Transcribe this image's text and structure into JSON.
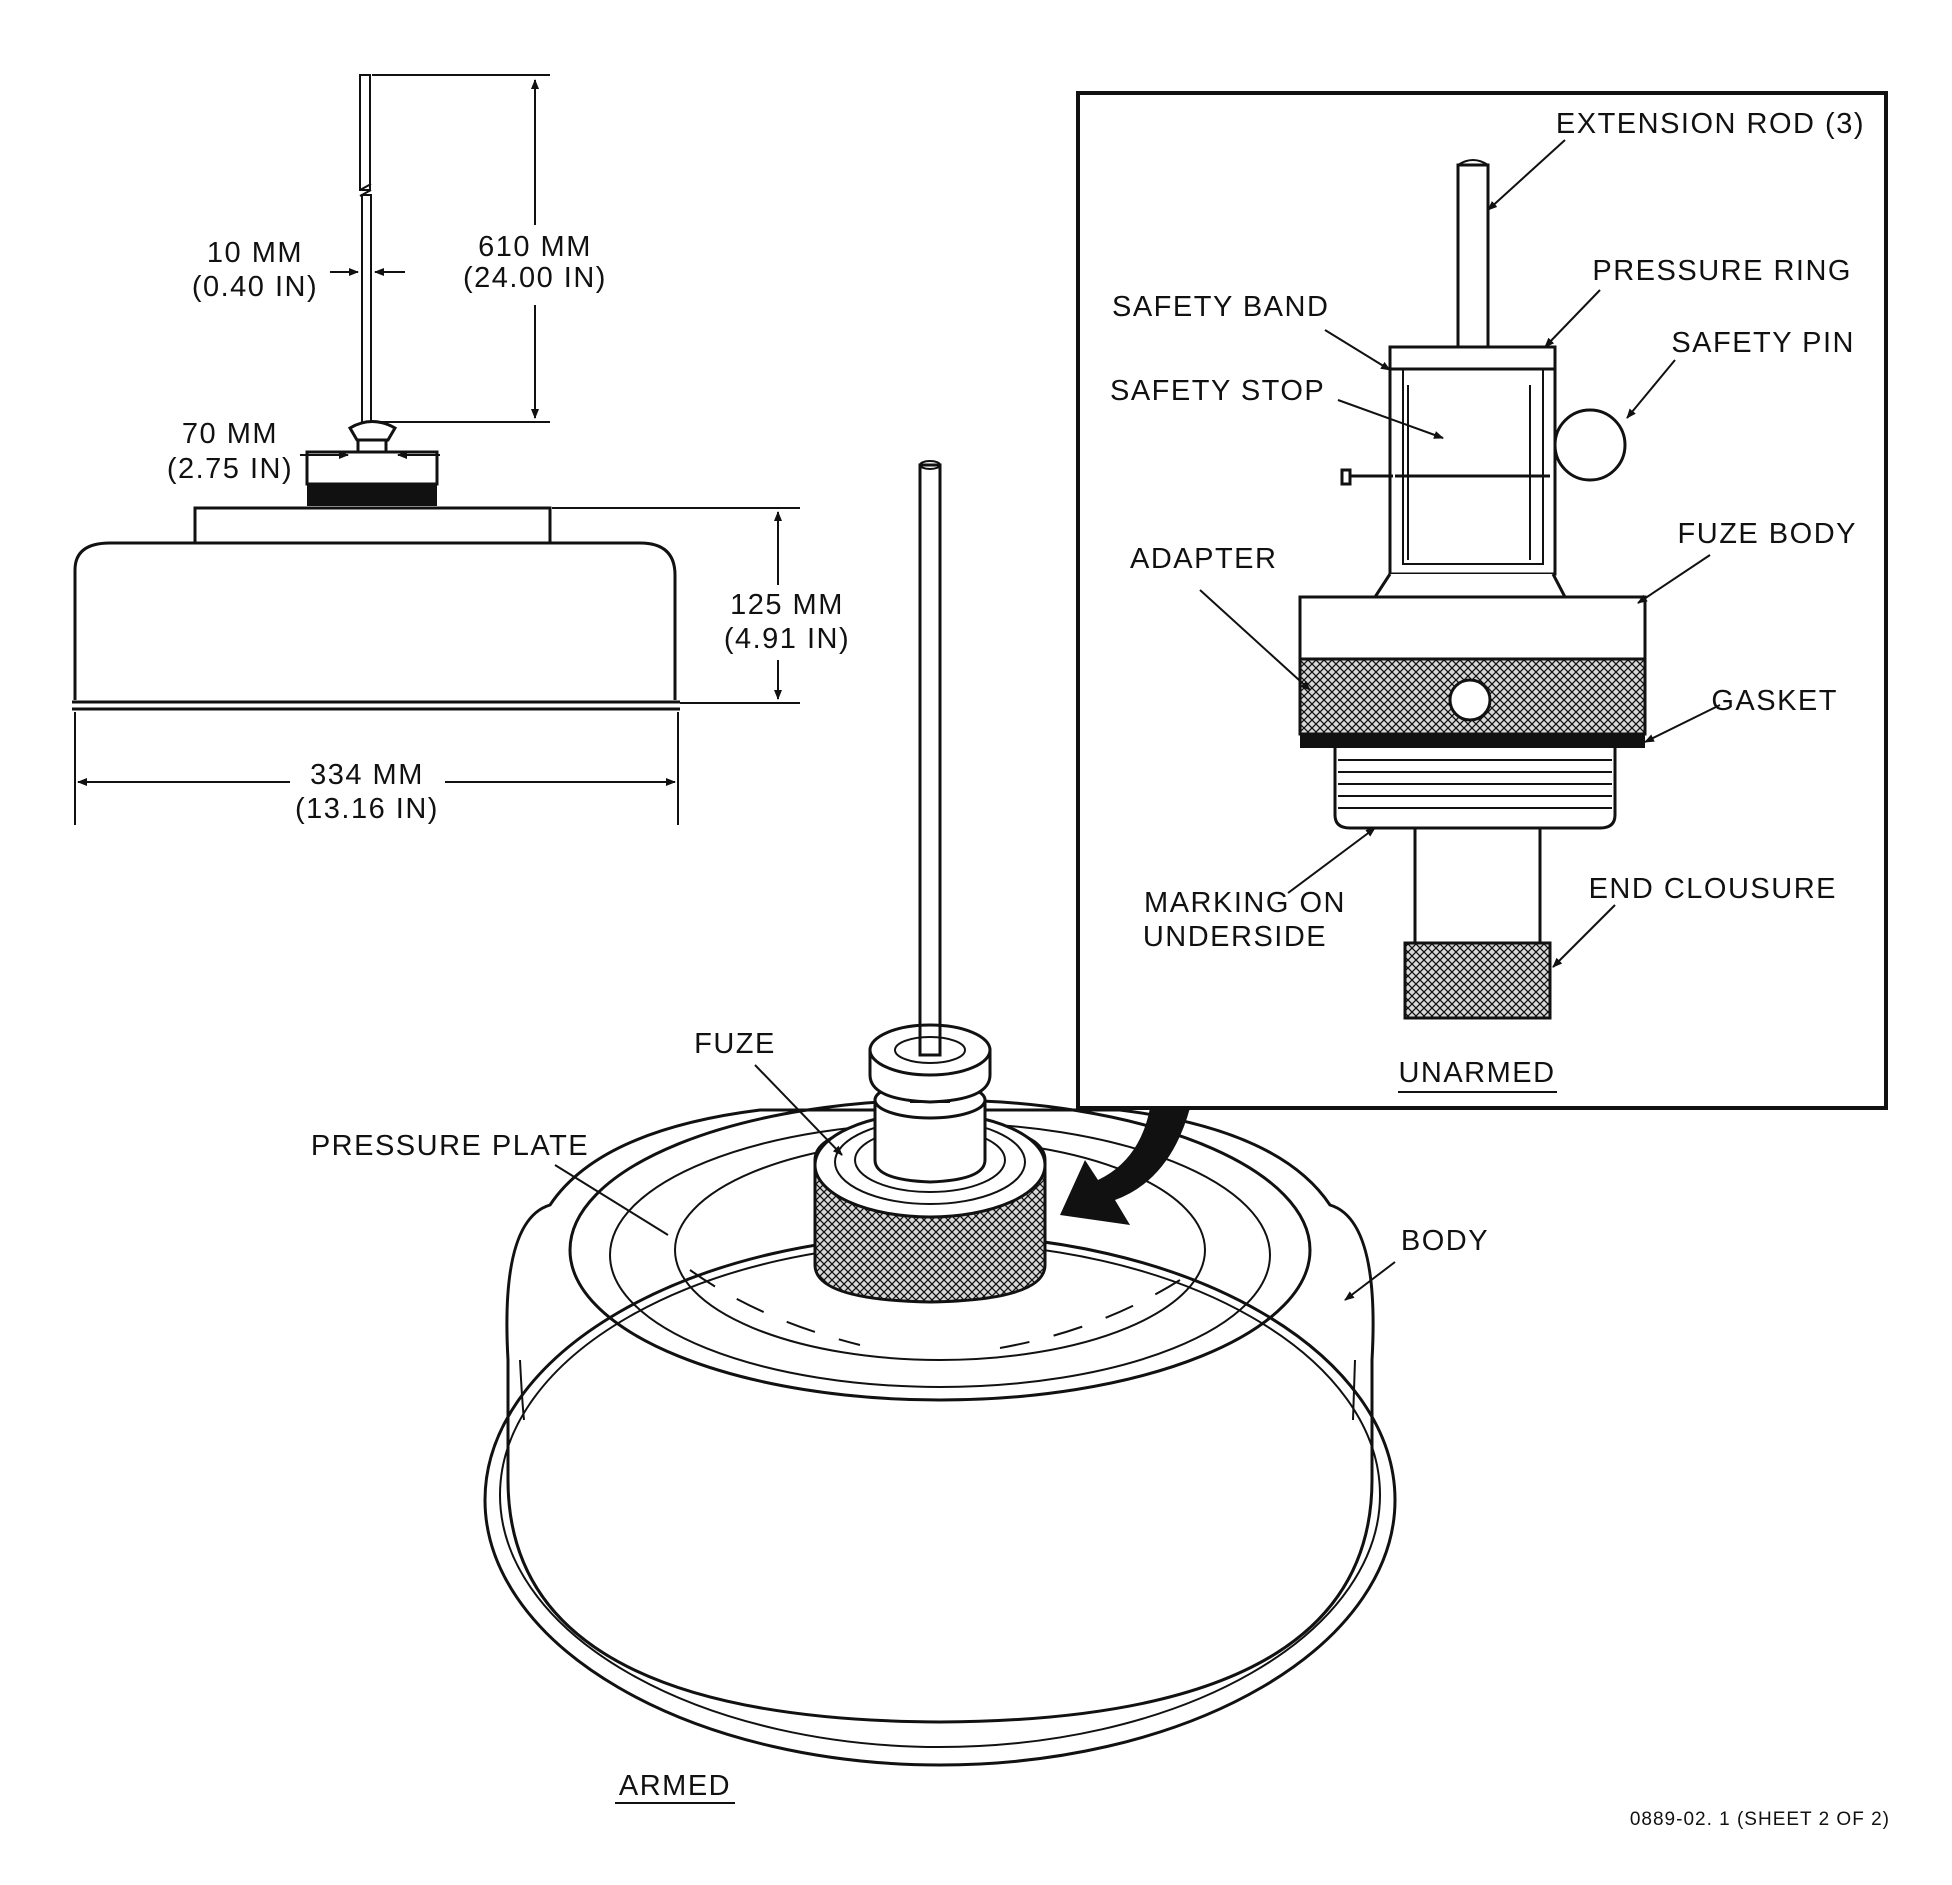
{
  "dimensions": {
    "rod_diameter": {
      "mm": "10 MM",
      "in": "(0.40 IN)"
    },
    "rod_length": {
      "mm": "610 MM",
      "in": "(24.00 IN)"
    },
    "fuze_diameter": {
      "mm": "70 MM",
      "in": "(2.75 IN)"
    },
    "mine_height": {
      "mm": "125 MM",
      "in": "(4.91 IN)"
    },
    "mine_diameter": {
      "mm": "334 MM",
      "in": "(13.16 IN)"
    }
  },
  "inset": {
    "labels": {
      "extension_rod": "EXTENSION ROD (3)",
      "pressure_ring": "PRESSURE RING",
      "safety_band": "SAFETY BAND",
      "safety_pin": "SAFETY PIN",
      "safety_stop": "SAFETY STOP",
      "fuze_body": "FUZE BODY",
      "adapter": "ADAPTER",
      "gasket": "GASKET",
      "marking_line1": "MARKING ON",
      "marking_line2": "UNDERSIDE",
      "end_closure": "END CLOUSURE"
    },
    "caption": "UNARMED"
  },
  "main": {
    "labels": {
      "fuze": "FUZE",
      "pressure_plate": "PRESSURE PLATE",
      "body": "BODY"
    },
    "caption": "ARMED"
  },
  "figure_ref": "0889-02. 1  (SHEET  2  OF  2)"
}
